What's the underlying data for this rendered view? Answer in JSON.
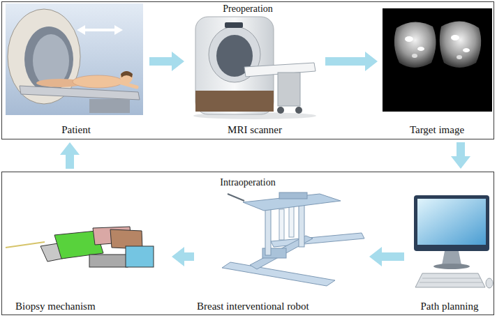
{
  "diagram": {
    "nodes": [
      {
        "text": [
          "Preoperation"
        ]
      },
      {
        "text": [
          "Patient"
        ],
        "in": 0
      },
      {
        "text": [
          "MRI scanner"
        ],
        "in": 0
      },
      {
        "text": [
          "Target image"
        ],
        "in": 0
      },
      {
        "text": [
          "Intraoperation"
        ]
      },
      {
        "text": [
          "Biopsy mechanism"
        ],
        "in": 4
      },
      {
        "text": [
          "Breast interventional robot"
        ],
        "in": 4
      },
      {
        "text": [
          "Path planning"
        ],
        "in": 4
      }
    ],
    "edges": [
      {
        "from": 1,
        "to": 2,
        "arrow": "to"
      },
      {
        "from": 2,
        "to": 3,
        "arrow": "to"
      },
      {
        "from": 0,
        "to": 4,
        "arrow": "to"
      },
      {
        "from": 7,
        "to": 6,
        "arrow": "to"
      },
      {
        "from": 6,
        "to": 5,
        "arrow": "to"
      },
      {
        "from": 4,
        "to": 0,
        "arrow": "to"
      }
    ]
  }
}
